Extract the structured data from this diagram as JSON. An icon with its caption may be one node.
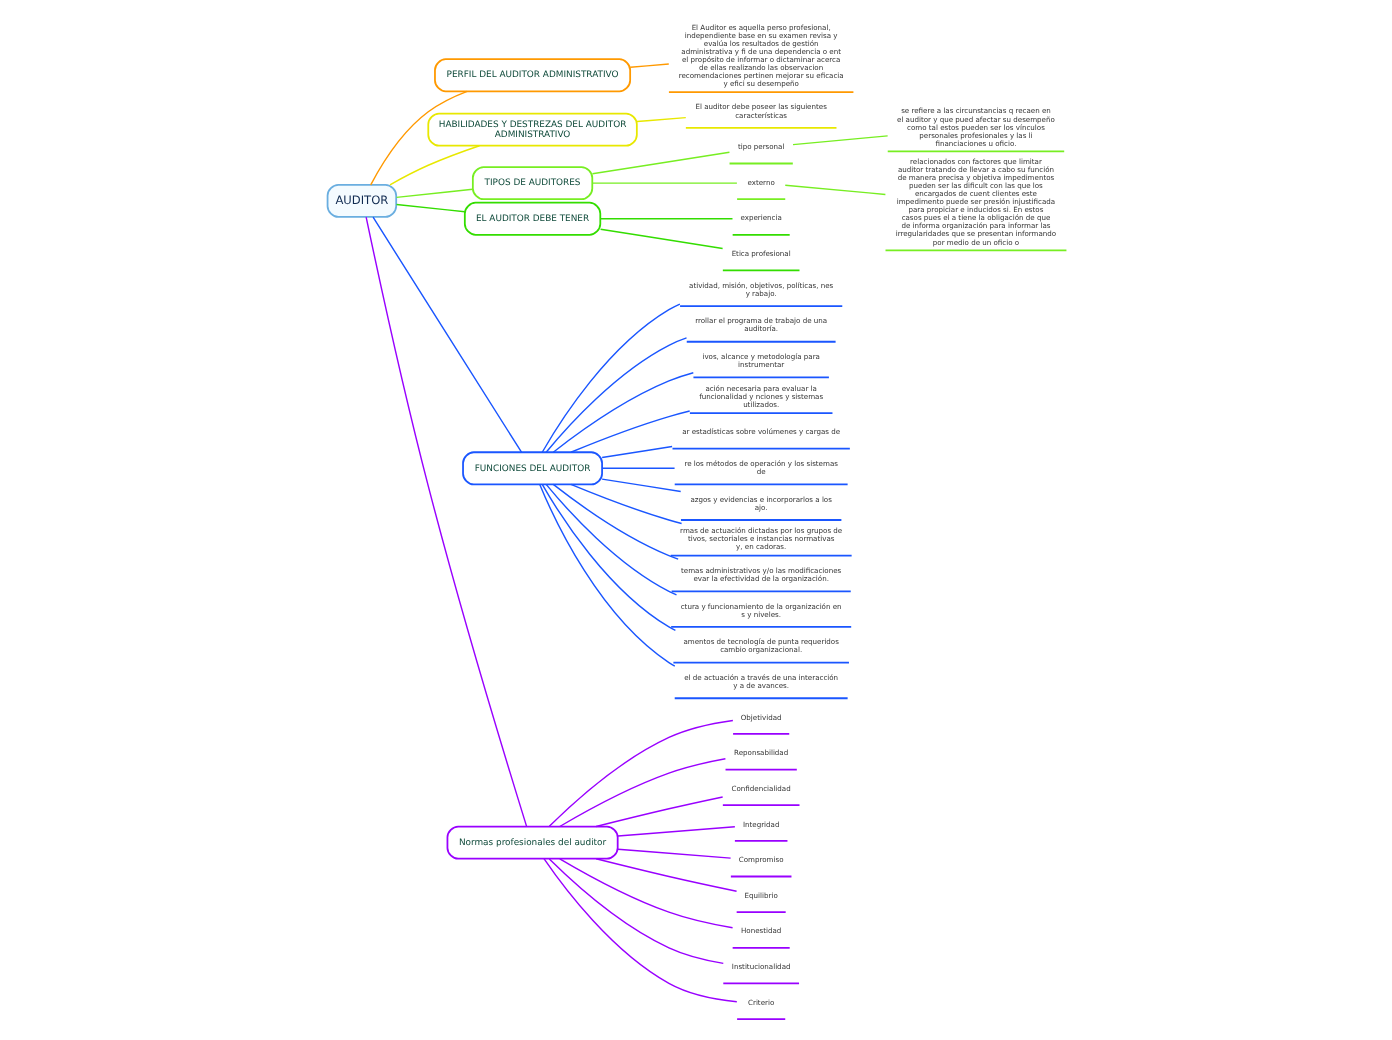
{
  "diagram": {
    "nodes": [
      {
        "text": [
          "AUDITOR"
        ]
      },
      {
        "text": [
          "PERFIL DEL AUDITOR ADMINISTRATIVO"
        ]
      },
      {
        "text": [
          "El Auditor es aquella perso profesional, independiente base en su examen revisa y evalúa los resultados de gestión administrativa y fi de una dependencia o ent el propósito de informar o dictaminar acerca de ellas realizando las observacion recomendaciones pertinen mejorar su eficacia y efici su desempeño"
        ]
      },
      {
        "text": [
          "HABILIDADES Y DESTREZAS DEL AUDITOR ADMINISTRATIVO"
        ]
      },
      {
        "text": [
          "El auditor debe poseer las siguientes características"
        ]
      },
      {
        "text": [
          "TIPOS DE AUDITORES"
        ]
      },
      {
        "text": [
          "tipo personal"
        ]
      },
      {
        "text": [
          "se refiere a las circunstancias q recaen en el auditor y que pued afectar su desempeño como tal estos pueden ser los vínculos personales profesionales y las li financiaciones u oficio."
        ]
      },
      {
        "text": [
          "externo"
        ]
      },
      {
        "text": [
          "relacionados con factores que limitar auditor tratando de llevar a cabo su función de manera precisa y objetiva impedimentos pueden ser las dificult con las que los encargados de cuent clientes este impedimento puede ser presión injustificada para propiciar e inducidos si. En estos casos pues el a tiene la obligación de que de informa organización para informar las irregularidades que se presentan informando por medio de un oficio o"
        ]
      },
      {
        "text": [
          "EL AUDITOR DEBE TENER"
        ]
      },
      {
        "text": [
          "experiencia"
        ]
      },
      {
        "text": [
          "Etica profesional"
        ]
      },
      {
        "text": [
          "FUNCIONES DEL AUDITOR"
        ]
      },
      {
        "text": [
          "atividad, misión, objetivos, políticas, nes y rabajo."
        ]
      },
      {
        "text": [
          "rrollar el programa de trabajo de una auditoría."
        ]
      },
      {
        "text": [
          "ivos, alcance y metodología para instrumentar"
        ]
      },
      {
        "text": [
          "ación necesaria para evaluar la funcionalidad y nciones y sistemas utilizados."
        ]
      },
      {
        "text": [
          "ar estadísticas sobre volúmenes y cargas de"
        ]
      },
      {
        "text": [
          "re los métodos de operación y los sistemas de"
        ]
      },
      {
        "text": [
          "azgos y evidencias e incorporarlos a los ajo."
        ]
      },
      {
        "text": [
          "rmas de actuación dictadas por los grupos de tivos, sectoriales e instancias normativas y, en cadoras."
        ]
      },
      {
        "text": [
          "temas administrativos y/o las modificaciones evar la efectividad de la organización."
        ]
      },
      {
        "text": [
          "ctura y funcionamiento de la organización en s y niveles."
        ]
      },
      {
        "text": [
          "amentos de tecnología de punta requeridos cambio organizacional."
        ]
      },
      {
        "text": [
          "el de actuación a través de una interacción y a de avances."
        ]
      },
      {
        "text": [
          "Normas profesionales del auditor"
        ]
      },
      {
        "text": [
          "Objetividad"
        ]
      },
      {
        "text": [
          "Reponsabilidad"
        ]
      },
      {
        "text": [
          "Confidencialidad"
        ]
      },
      {
        "text": [
          "Integridad"
        ]
      },
      {
        "text": [
          "Compromiso"
        ]
      },
      {
        "text": [
          "Equilibrio"
        ]
      },
      {
        "text": [
          "Honestidad"
        ]
      },
      {
        "text": [
          "Institucionalidad"
        ]
      },
      {
        "text": [
          "Criterio"
        ]
      }
    ],
    "edges": [
      {
        "from": 0,
        "to": 1,
        "arrow": "none",
        "color": "#ff9900"
      },
      {
        "from": 1,
        "to": 2,
        "arrow": "none",
        "color": "#ff9900"
      },
      {
        "from": 0,
        "to": 3,
        "arrow": "none",
        "color": "#e8e800"
      },
      {
        "from": 3,
        "to": 4,
        "arrow": "none",
        "color": "#e8e800"
      },
      {
        "from": 0,
        "to": 5,
        "arrow": "none",
        "color": "#77ee22"
      },
      {
        "from": 5,
        "to": 6,
        "arrow": "none",
        "color": "#77ee22"
      },
      {
        "from": 6,
        "to": 7,
        "arrow": "none",
        "color": "#77ee22"
      },
      {
        "from": 5,
        "to": 8,
        "arrow": "none",
        "color": "#77ee22"
      },
      {
        "from": 8,
        "to": 9,
        "arrow": "none",
        "color": "#77ee22"
      },
      {
        "from": 0,
        "to": 10,
        "arrow": "none",
        "color": "#33dd00"
      },
      {
        "from": 10,
        "to": 11,
        "arrow": "none",
        "color": "#33dd00"
      },
      {
        "from": 10,
        "to": 12,
        "arrow": "none",
        "color": "#33dd00"
      },
      {
        "from": 0,
        "to": 13,
        "arrow": "none",
        "color": "#1a56ff"
      },
      {
        "from": 13,
        "to": 14,
        "arrow": "none",
        "color": "#1a56ff"
      },
      {
        "from": 13,
        "to": 15,
        "arrow": "none",
        "color": "#1a56ff"
      },
      {
        "from": 13,
        "to": 16,
        "arrow": "none",
        "color": "#1a56ff"
      },
      {
        "from": 13,
        "to": 17,
        "arrow": "none",
        "color": "#1a56ff"
      },
      {
        "from": 13,
        "to": 18,
        "arrow": "none",
        "color": "#1a56ff"
      },
      {
        "from": 13,
        "to": 19,
        "arrow": "none",
        "color": "#1a56ff"
      },
      {
        "from": 13,
        "to": 20,
        "arrow": "none",
        "color": "#1a56ff"
      },
      {
        "from": 13,
        "to": 21,
        "arrow": "none",
        "color": "#1a56ff"
      },
      {
        "from": 13,
        "to": 22,
        "arrow": "none",
        "color": "#1a56ff"
      },
      {
        "from": 13,
        "to": 23,
        "arrow": "none",
        "color": "#1a56ff"
      },
      {
        "from": 13,
        "to": 24,
        "arrow": "none",
        "color": "#1a56ff"
      },
      {
        "from": 13,
        "to": 25,
        "arrow": "none",
        "color": "#1a56ff"
      },
      {
        "from": 0,
        "to": 26,
        "arrow": "none",
        "color": "#9900ff"
      },
      {
        "from": 26,
        "to": 27,
        "arrow": "none",
        "color": "#9900ff"
      },
      {
        "from": 26,
        "to": 28,
        "arrow": "none",
        "color": "#9900ff"
      },
      {
        "from": 26,
        "to": 29,
        "arrow": "none",
        "color": "#9900ff"
      },
      {
        "from": 26,
        "to": 30,
        "arrow": "none",
        "color": "#9900ff"
      },
      {
        "from": 26,
        "to": 31,
        "arrow": "none",
        "color": "#9900ff"
      },
      {
        "from": 26,
        "to": 32,
        "arrow": "none",
        "color": "#9900ff"
      },
      {
        "from": 26,
        "to": 33,
        "arrow": "none",
        "color": "#9900ff"
      },
      {
        "from": 26,
        "to": 34,
        "arrow": "none",
        "color": "#9900ff"
      },
      {
        "from": 26,
        "to": 35,
        "arrow": "none",
        "color": "#9900ff"
      }
    ]
  }
}
